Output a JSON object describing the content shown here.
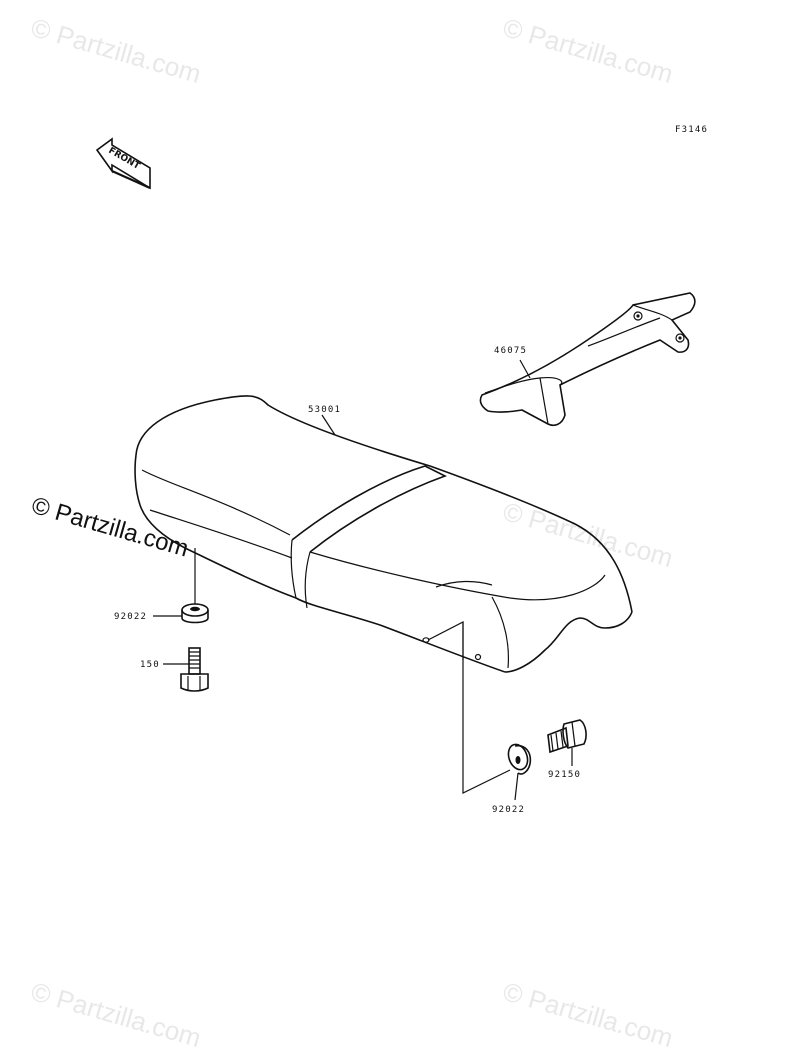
{
  "diagram_code": "F3146",
  "front_label": "FRONT",
  "watermarks": {
    "faint": "© Partzilla.com",
    "prominent": "© Partzilla.com"
  },
  "parts": {
    "seat": "53001",
    "grab_bar": "46075",
    "washer_left": "92022",
    "bolt_left": "150",
    "washer_right": "92022",
    "bolt_right": "92150"
  }
}
